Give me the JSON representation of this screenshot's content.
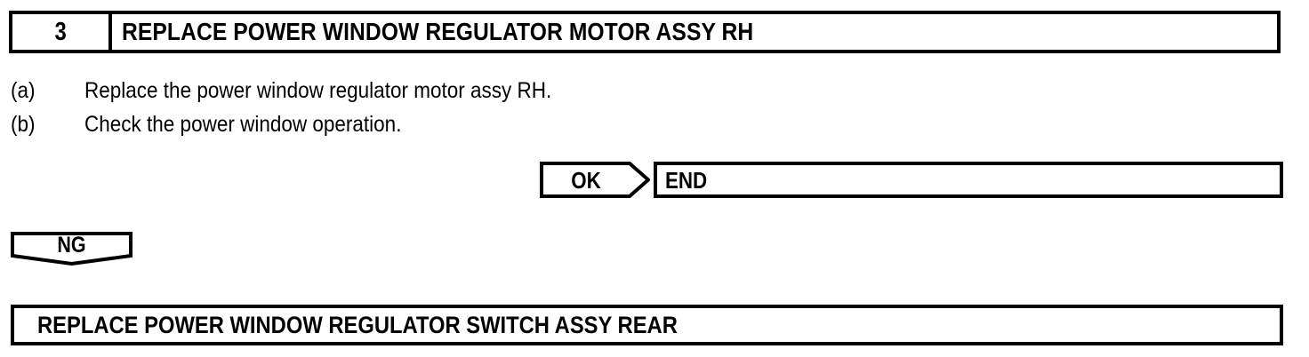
{
  "page": {
    "background_color": "#ffffff",
    "ink_color": "#000000"
  },
  "step_header": {
    "number": "3",
    "title": "REPLACE POWER WINDOW REGULATOR MOTOR ASSY RH"
  },
  "instructions": [
    {
      "marker": "(a)",
      "text": "Replace the power window regulator motor assy RH."
    },
    {
      "marker": "(b)",
      "text": "Check the power window operation."
    }
  ],
  "ok_branch": {
    "tag_label": "OK",
    "destination_label": "END"
  },
  "ng_branch": {
    "tag_label": "NG"
  },
  "result_bar": {
    "text": "REPLACE POWER WINDOW REGULATOR SWITCH ASSY REAR"
  }
}
